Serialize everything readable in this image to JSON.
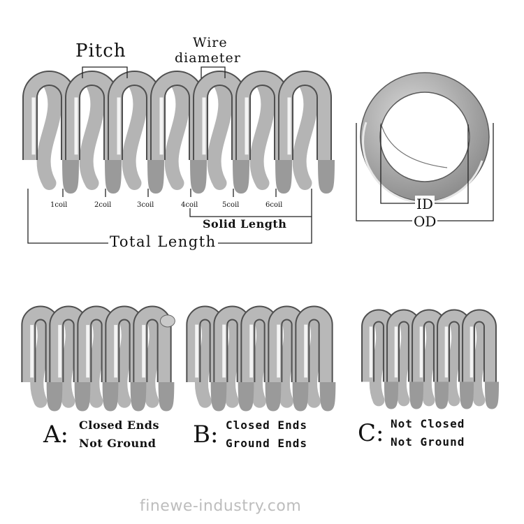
{
  "labels": {
    "pitch": "Pitch",
    "wire_diameter_line1": "Wire",
    "wire_diameter_line2": "diameter",
    "coils": [
      "1coil",
      "2coil",
      "3coil",
      "4coil",
      "5coil",
      "6coil"
    ],
    "solid_length": "Solid Length",
    "total_length": "Total Length",
    "id": "ID",
    "od": "OD"
  },
  "end_types": [
    {
      "letter": "A:",
      "line1": "Closed Ends",
      "line2": "Not Ground"
    },
    {
      "letter": "B:",
      "line1": "Closed Ends",
      "line2": "Ground Ends"
    },
    {
      "letter": "C:",
      "line1": "Not Closed",
      "line2": "Not Ground"
    }
  ],
  "watermark": "finewe-industry.com",
  "colors": {
    "wire": "#9c9c9c",
    "wire_highlight": "#f2f2f2",
    "wire_shadow": "#5e5e5e",
    "ring_face": "#9a9a9a",
    "line": "#222222",
    "watermark": "#bdbdbd"
  }
}
